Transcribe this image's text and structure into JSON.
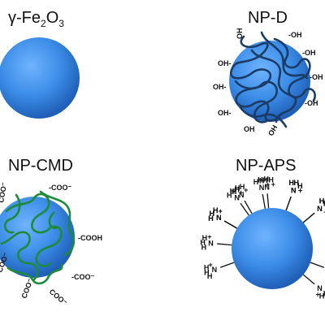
{
  "colors": {
    "sphere_light": "#6fb3ff",
    "sphere_mid": "#3d8ee8",
    "sphere_dark": "#1f5fb8",
    "dextran_chain": "#1b3c66",
    "cmd_chain": "#1e8a3c",
    "text": "#111111"
  },
  "panels": {
    "fe2o3": {
      "title_prefix": "γ-Fe",
      "sub1": "2",
      "mid": "O",
      "sub2": "3"
    },
    "np_d": {
      "title": "NP-D",
      "groups": [
        "OH",
        "OH",
        "OH",
        "OH",
        "OH",
        "OH",
        "OH",
        "OH",
        "OH",
        "OH"
      ]
    },
    "np_cmd": {
      "title": "NP-CMD",
      "groups": [
        "COO⁻",
        "COO⁻",
        "COOH",
        "COO⁻",
        "COO⁻",
        "COO⁻",
        "COO⁻"
      ]
    },
    "np_aps": {
      "title": "NP-APS",
      "amine_letter_h": "H",
      "amine_letter_n": "N",
      "amine_charge": "+"
    }
  }
}
